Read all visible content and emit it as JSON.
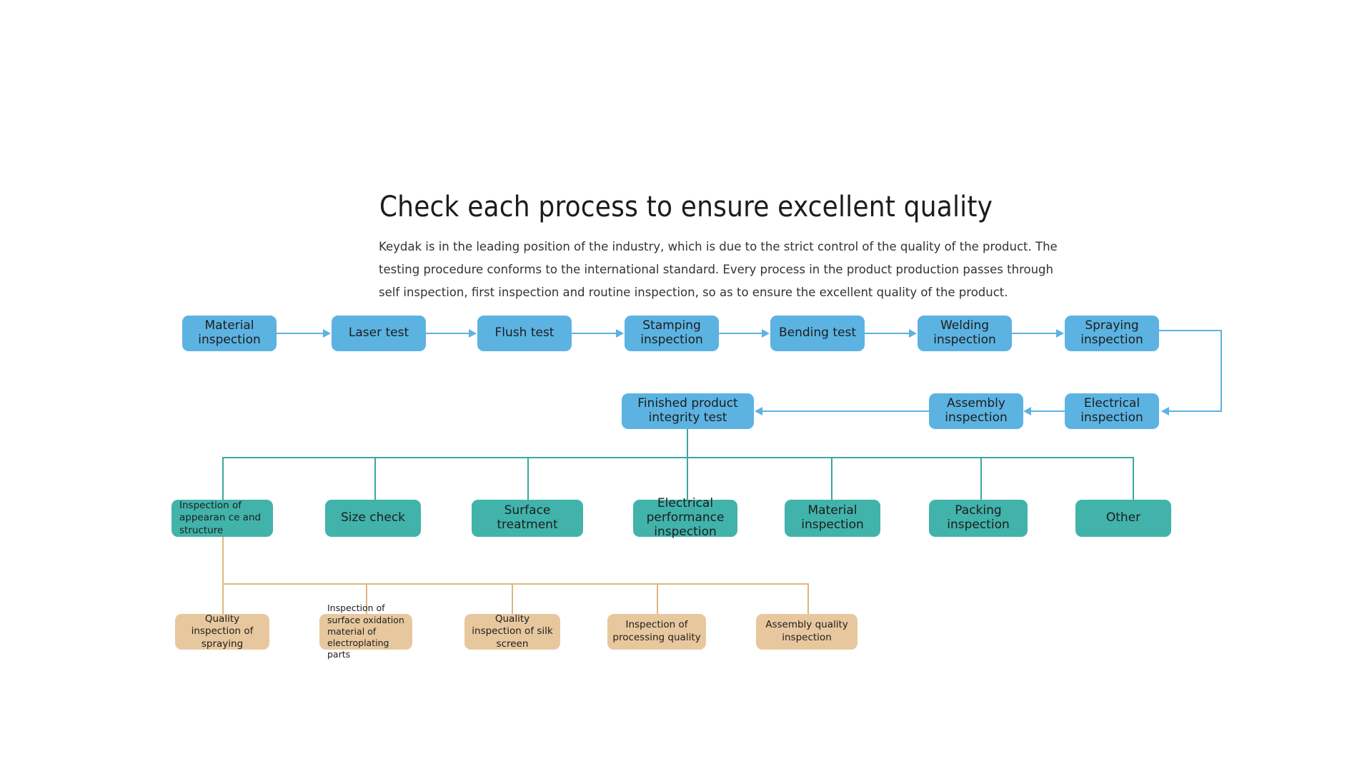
{
  "page": {
    "title": "Check each process to ensure excellent quality",
    "intro": "Keydak is in the leading position of the industry, which is due to the strict control of the quality of the product. The testing procedure conforms to the international standard. Every process in the product production passes through self inspection, first inspection and routine  inspection, so as to ensure the excellent quality of the product.",
    "colors": {
      "blue": "#5cb3e2",
      "teal": "#41b3ab",
      "tan": "#e7c89e",
      "blue_line": "#5cb3e2",
      "teal_line": "#3aa79f",
      "tan_line": "#dcb684",
      "background": "#ffffff",
      "text": "#1d1d1d"
    }
  },
  "flow": {
    "row1": [
      {
        "id": "material-inspection",
        "label": "Material inspection"
      },
      {
        "id": "laser-test",
        "label": "Laser test"
      },
      {
        "id": "flush-test",
        "label": "Flush test"
      },
      {
        "id": "stamping-inspection",
        "label": "Stamping inspection"
      },
      {
        "id": "bending-test",
        "label": "Bending test"
      },
      {
        "id": "welding-inspection",
        "label": "Welding inspection"
      },
      {
        "id": "spraying-inspection",
        "label": "Spraying inspection"
      }
    ],
    "row2": [
      {
        "id": "finished-product-integrity-test",
        "label": "Finished product integrity test"
      },
      {
        "id": "assembly-inspection",
        "label": "Assembly inspection"
      },
      {
        "id": "electrical-inspection",
        "label": "Electrical inspection"
      }
    ],
    "row3": [
      {
        "id": "inspection-of-appearance-and-structure",
        "label": "Inspection of appearan ce and structure"
      },
      {
        "id": "size-check",
        "label": "Size check"
      },
      {
        "id": "surface-treatment",
        "label": "Surface treatment"
      },
      {
        "id": "electrical-performance-inspection",
        "label": "Electrical performance inspection"
      },
      {
        "id": "material-inspection-2",
        "label": "Material inspection"
      },
      {
        "id": "packing-inspection",
        "label": "Packing inspection"
      },
      {
        "id": "other",
        "label": "Other"
      }
    ],
    "row4": [
      {
        "id": "quality-inspection-of-spraying",
        "label": "Quality inspection of spraying"
      },
      {
        "id": "inspection-of-surface-oxidation-material",
        "label": "Inspection of surface oxidation material of electroplating parts"
      },
      {
        "id": "quality-inspection-of-silk-screen",
        "label": "Quality inspection of silk screen"
      },
      {
        "id": "inspection-of-processing-quality",
        "label": "Inspection of processing quality"
      },
      {
        "id": "assembly-quality-inspection",
        "label": "Assembly quality inspection"
      }
    ]
  }
}
